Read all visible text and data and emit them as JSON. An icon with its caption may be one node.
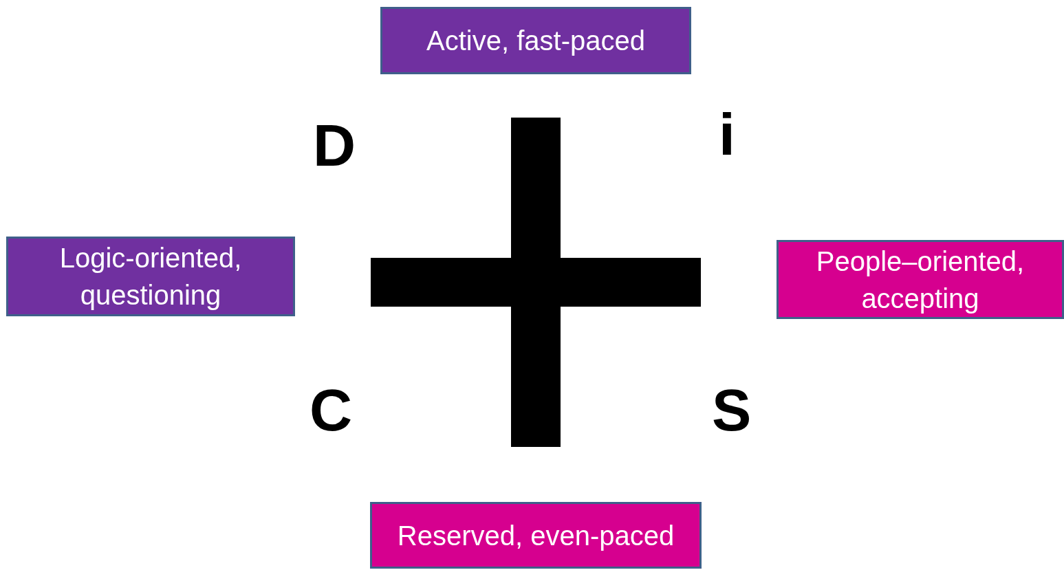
{
  "diagram": {
    "nodes": [
      {
        "text": [
          "Active, fast-paced"
        ]
      },
      {
        "text": [
          "Logic-oriented, questioning"
        ]
      },
      {
        "text": [
          "People–oriented, accepting"
        ]
      },
      {
        "text": [
          "Reserved, even-paced"
        ]
      }
    ],
    "labels": [
      "D",
      "i",
      "C",
      "S"
    ]
  }
}
